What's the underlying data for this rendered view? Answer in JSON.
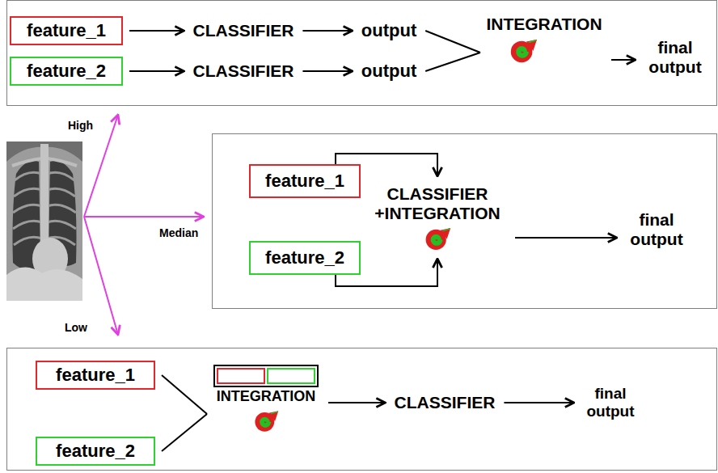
{
  "diagram": {
    "nodes": [
      {
        "text": [
          "feature_1"
        ]
      },
      {
        "text": [
          "CLASSIFIER"
        ]
      },
      {
        "text": [
          "output"
        ]
      },
      {
        "text": [
          "INTEGRATION"
        ]
      },
      {
        "text": [
          "final output"
        ]
      },
      {
        "text": [
          "feature_2"
        ]
      },
      {
        "text": [
          "CLASSIFIER"
        ]
      },
      {
        "text": [
          "output"
        ]
      },
      {
        "text": [
          "feature_1"
        ]
      },
      {
        "text": [
          "CLASSIFIER +INTEGRATION"
        ]
      },
      {
        "text": [
          "final output"
        ]
      },
      {
        "text": [
          "feature_2"
        ]
      },
      {
        "text": [
          "feature_1"
        ]
      },
      {
        "text": [
          "feature_2"
        ]
      },
      {
        "text": [
          "INTEGRATION"
        ]
      },
      {
        "text": [
          "CLASSIFIER"
        ]
      },
      {
        "text": [
          "final output"
        ]
      }
    ],
    "edges": [
      {
        "from": 0,
        "to": 1,
        "arrow": "to"
      },
      {
        "from": 1,
        "to": 2,
        "arrow": "to"
      },
      {
        "from": 2,
        "to": 3,
        "arrow": "none"
      },
      {
        "from": 3,
        "to": 4,
        "arrow": "to"
      },
      {
        "from": 5,
        "to": 6,
        "arrow": "to"
      },
      {
        "from": 6,
        "to": 7,
        "arrow": "to"
      },
      {
        "from": 7,
        "to": 3,
        "arrow": "none"
      },
      {
        "from": 8,
        "to": 9,
        "arrow": "to"
      },
      {
        "from": 11,
        "to": 9,
        "arrow": "to"
      },
      {
        "from": 9,
        "to": 10,
        "arrow": "to"
      },
      {
        "from": 12,
        "to": 14,
        "arrow": "none"
      },
      {
        "from": 13,
        "to": 14,
        "arrow": "none"
      },
      {
        "from": 14,
        "to": 15,
        "arrow": "to"
      },
      {
        "from": 15,
        "to": 16,
        "arrow": "to"
      }
    ],
    "labels": [
      "High",
      "Median",
      "Low"
    ]
  }
}
